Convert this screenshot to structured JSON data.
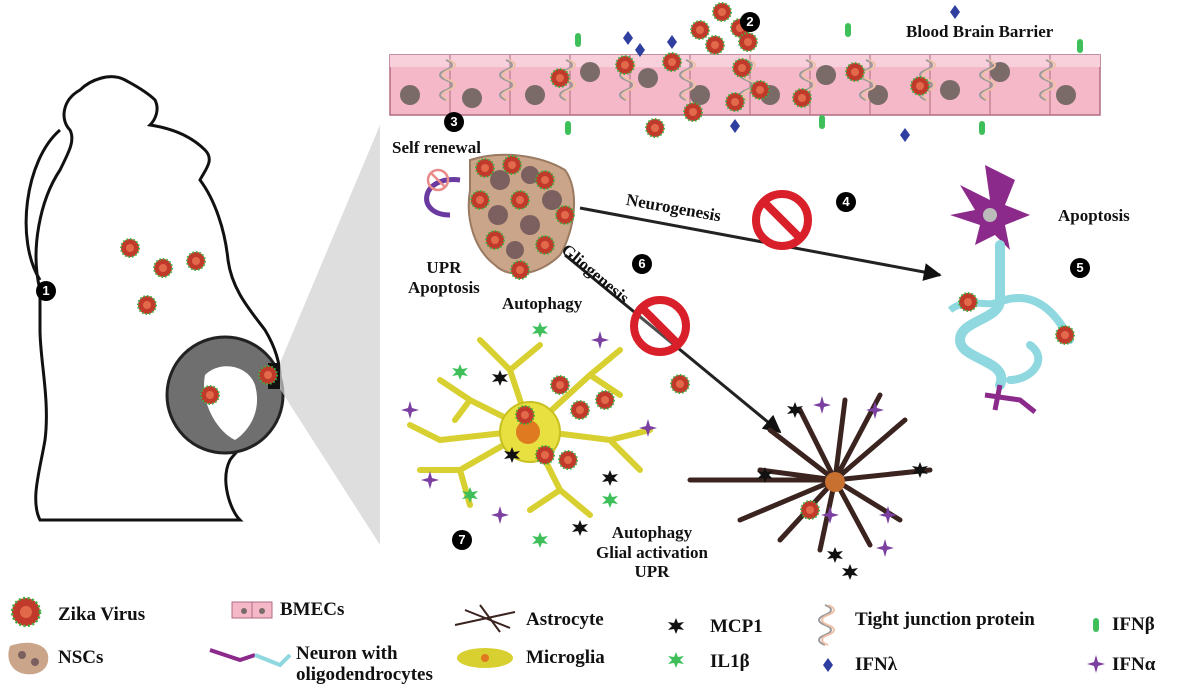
{
  "labels": {
    "bbb": "Blood Brain Barrier",
    "self_renewal": "Self renewal",
    "neurogenesis": "Neurogenesis",
    "gliogenesis": "Gliogenesis",
    "upr_apoptosis_line1": "UPR",
    "upr_apoptosis_line2": "Apoptosis",
    "autophagy_top": "Autophagy",
    "apoptosis": "Apoptosis",
    "autophagy_bottom_line1": "Autophagy",
    "autophagy_bottom_line2": "Glial activation",
    "autophagy_bottom_line3": "UPR"
  },
  "step_numbers": {
    "n1": "1",
    "n2": "2",
    "n3": "3",
    "n4": "4",
    "n5": "5",
    "n6": "6",
    "n7": "7"
  },
  "legend": {
    "zika": "Zika Virus",
    "nscs": "NSCs",
    "bmecs": "BMECs",
    "neuron_line1": "Neuron with",
    "neuron_line2": "oligodendrocytes",
    "astrocyte": "Astrocyte",
    "microglia": "Microglia",
    "mcp1": "MCP1",
    "il1b": "IL1β",
    "tight_junction": "Tight junction protein",
    "ifnl": "IFNλ",
    "ifnb": "IFNβ",
    "ifna": "IFNα"
  },
  "colors": {
    "virus": "#c0392b",
    "virus_spikes": "#3fae3f",
    "bmec": "#f4b8c8",
    "nsc": "#caa58a",
    "neuron_purple": "#8b2a8b",
    "oligo_cyan": "#8fd8e0",
    "astrocyte": "#3b2420",
    "microglia": "#d8d030",
    "ifn_beta": "#3fbf5a",
    "ifn_lambda": "#2f3fa0",
    "ifn_alpha": "#7a3fa0",
    "il1b": "#3fbf5a",
    "mcp1": "#111111",
    "prohibit": "#d9202a"
  }
}
